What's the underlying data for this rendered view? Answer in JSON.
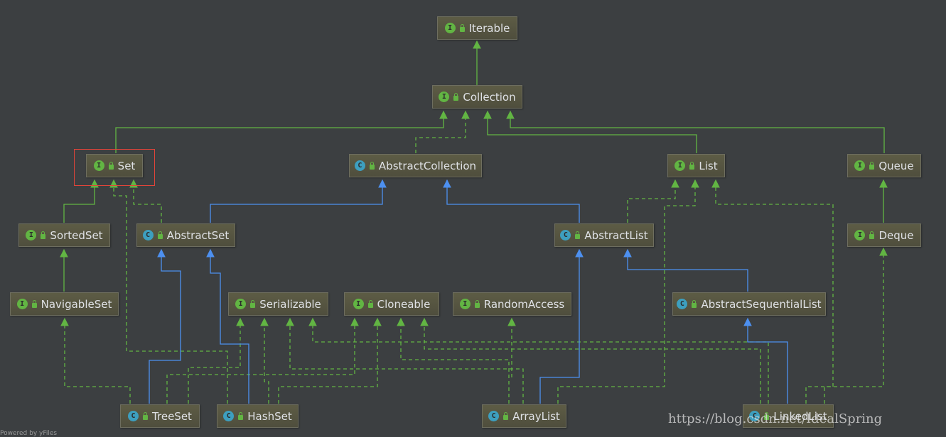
{
  "nodes": {
    "iterable": {
      "label": "Iterable",
      "kind": "I",
      "icon": "interface-icon"
    },
    "collection": {
      "label": "Collection",
      "kind": "I",
      "icon": "interface-icon"
    },
    "set": {
      "label": "Set",
      "kind": "I",
      "icon": "interface-icon"
    },
    "abstractcollection": {
      "label": "AbstractCollection",
      "kind": "C",
      "icon": "abstract-class-icon"
    },
    "list": {
      "label": "List",
      "kind": "I",
      "icon": "interface-icon"
    },
    "queue": {
      "label": "Queue",
      "kind": "I",
      "icon": "interface-icon"
    },
    "sortedset": {
      "label": "SortedSet",
      "kind": "I",
      "icon": "interface-icon"
    },
    "abstractset": {
      "label": "AbstractSet",
      "kind": "C",
      "icon": "abstract-class-icon"
    },
    "abstractlist": {
      "label": "AbstractList",
      "kind": "C",
      "icon": "abstract-class-icon"
    },
    "deque": {
      "label": "Deque",
      "kind": "I",
      "icon": "interface-icon"
    },
    "navigableset": {
      "label": "NavigableSet",
      "kind": "I",
      "icon": "interface-icon"
    },
    "serializable": {
      "label": "Serializable",
      "kind": "I",
      "icon": "interface-icon"
    },
    "cloneable": {
      "label": "Cloneable",
      "kind": "I",
      "icon": "interface-icon"
    },
    "randomaccess": {
      "label": "RandomAccess",
      "kind": "I",
      "icon": "interface-icon"
    },
    "abstractsequentiallist": {
      "label": "AbstractSequentialList",
      "kind": "C",
      "icon": "abstract-class-icon"
    },
    "treeset": {
      "label": "TreeSet",
      "kind": "C",
      "icon": "class-icon"
    },
    "hashset": {
      "label": "HashSet",
      "kind": "C",
      "icon": "class-icon"
    },
    "arraylist": {
      "label": "ArrayList",
      "kind": "C",
      "icon": "class-icon"
    },
    "linkedlist": {
      "label": "LinkedList",
      "kind": "C",
      "icon": "class-icon"
    }
  },
  "colors": {
    "extends_interface": "#62b543",
    "implements": "#62b543",
    "extends_class": "#4d90f0",
    "selection": "#e0443a",
    "background": "#3c3f41"
  },
  "watermark": "https://blog.csdn.net/IdealSpring",
  "bottom_text": "Powered by yFiles"
}
